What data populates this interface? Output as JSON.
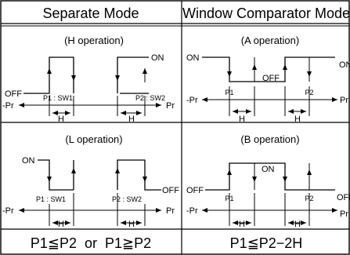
{
  "headers": {
    "left": "Separate Mode",
    "right": "Window Comparator Mode"
  },
  "cells": {
    "h_operation": {
      "title": "(H operation)",
      "on": "ON",
      "off": "OFF",
      "p1": "P1 : SW1",
      "p2": "P2 : SW2",
      "h_left": "H",
      "h_right": "H",
      "neg_pr": "-Pr",
      "pr": "Pr"
    },
    "a_operation": {
      "title": "(A operation)",
      "on_left": "ON",
      "on_right": "ON",
      "off": "OFF",
      "p1": "P1",
      "p2": "P2",
      "h_left": "H",
      "h_right": "H",
      "neg_pr": "-Pr",
      "pr": "Pr"
    },
    "l_operation": {
      "title": "(L operation)",
      "on": "ON",
      "off": "OFF",
      "p1": "P1 : SW1",
      "p2": "P2 : SW2",
      "h_left": "H",
      "h_right": "H",
      "neg_pr": "-Pr",
      "pr": "Pr"
    },
    "b_operation": {
      "title": "(B operation)",
      "on": "ON",
      "off_left": "OFF",
      "off_right": "OFF",
      "p1": "P1",
      "p2": "P2",
      "h_left": "H",
      "h_right": "H",
      "neg_pr": "-Pr",
      "pr": "Pr"
    }
  },
  "footer": {
    "left": "P1≦P2  or  P1≧P2",
    "right": "P1≦P2−2H"
  }
}
